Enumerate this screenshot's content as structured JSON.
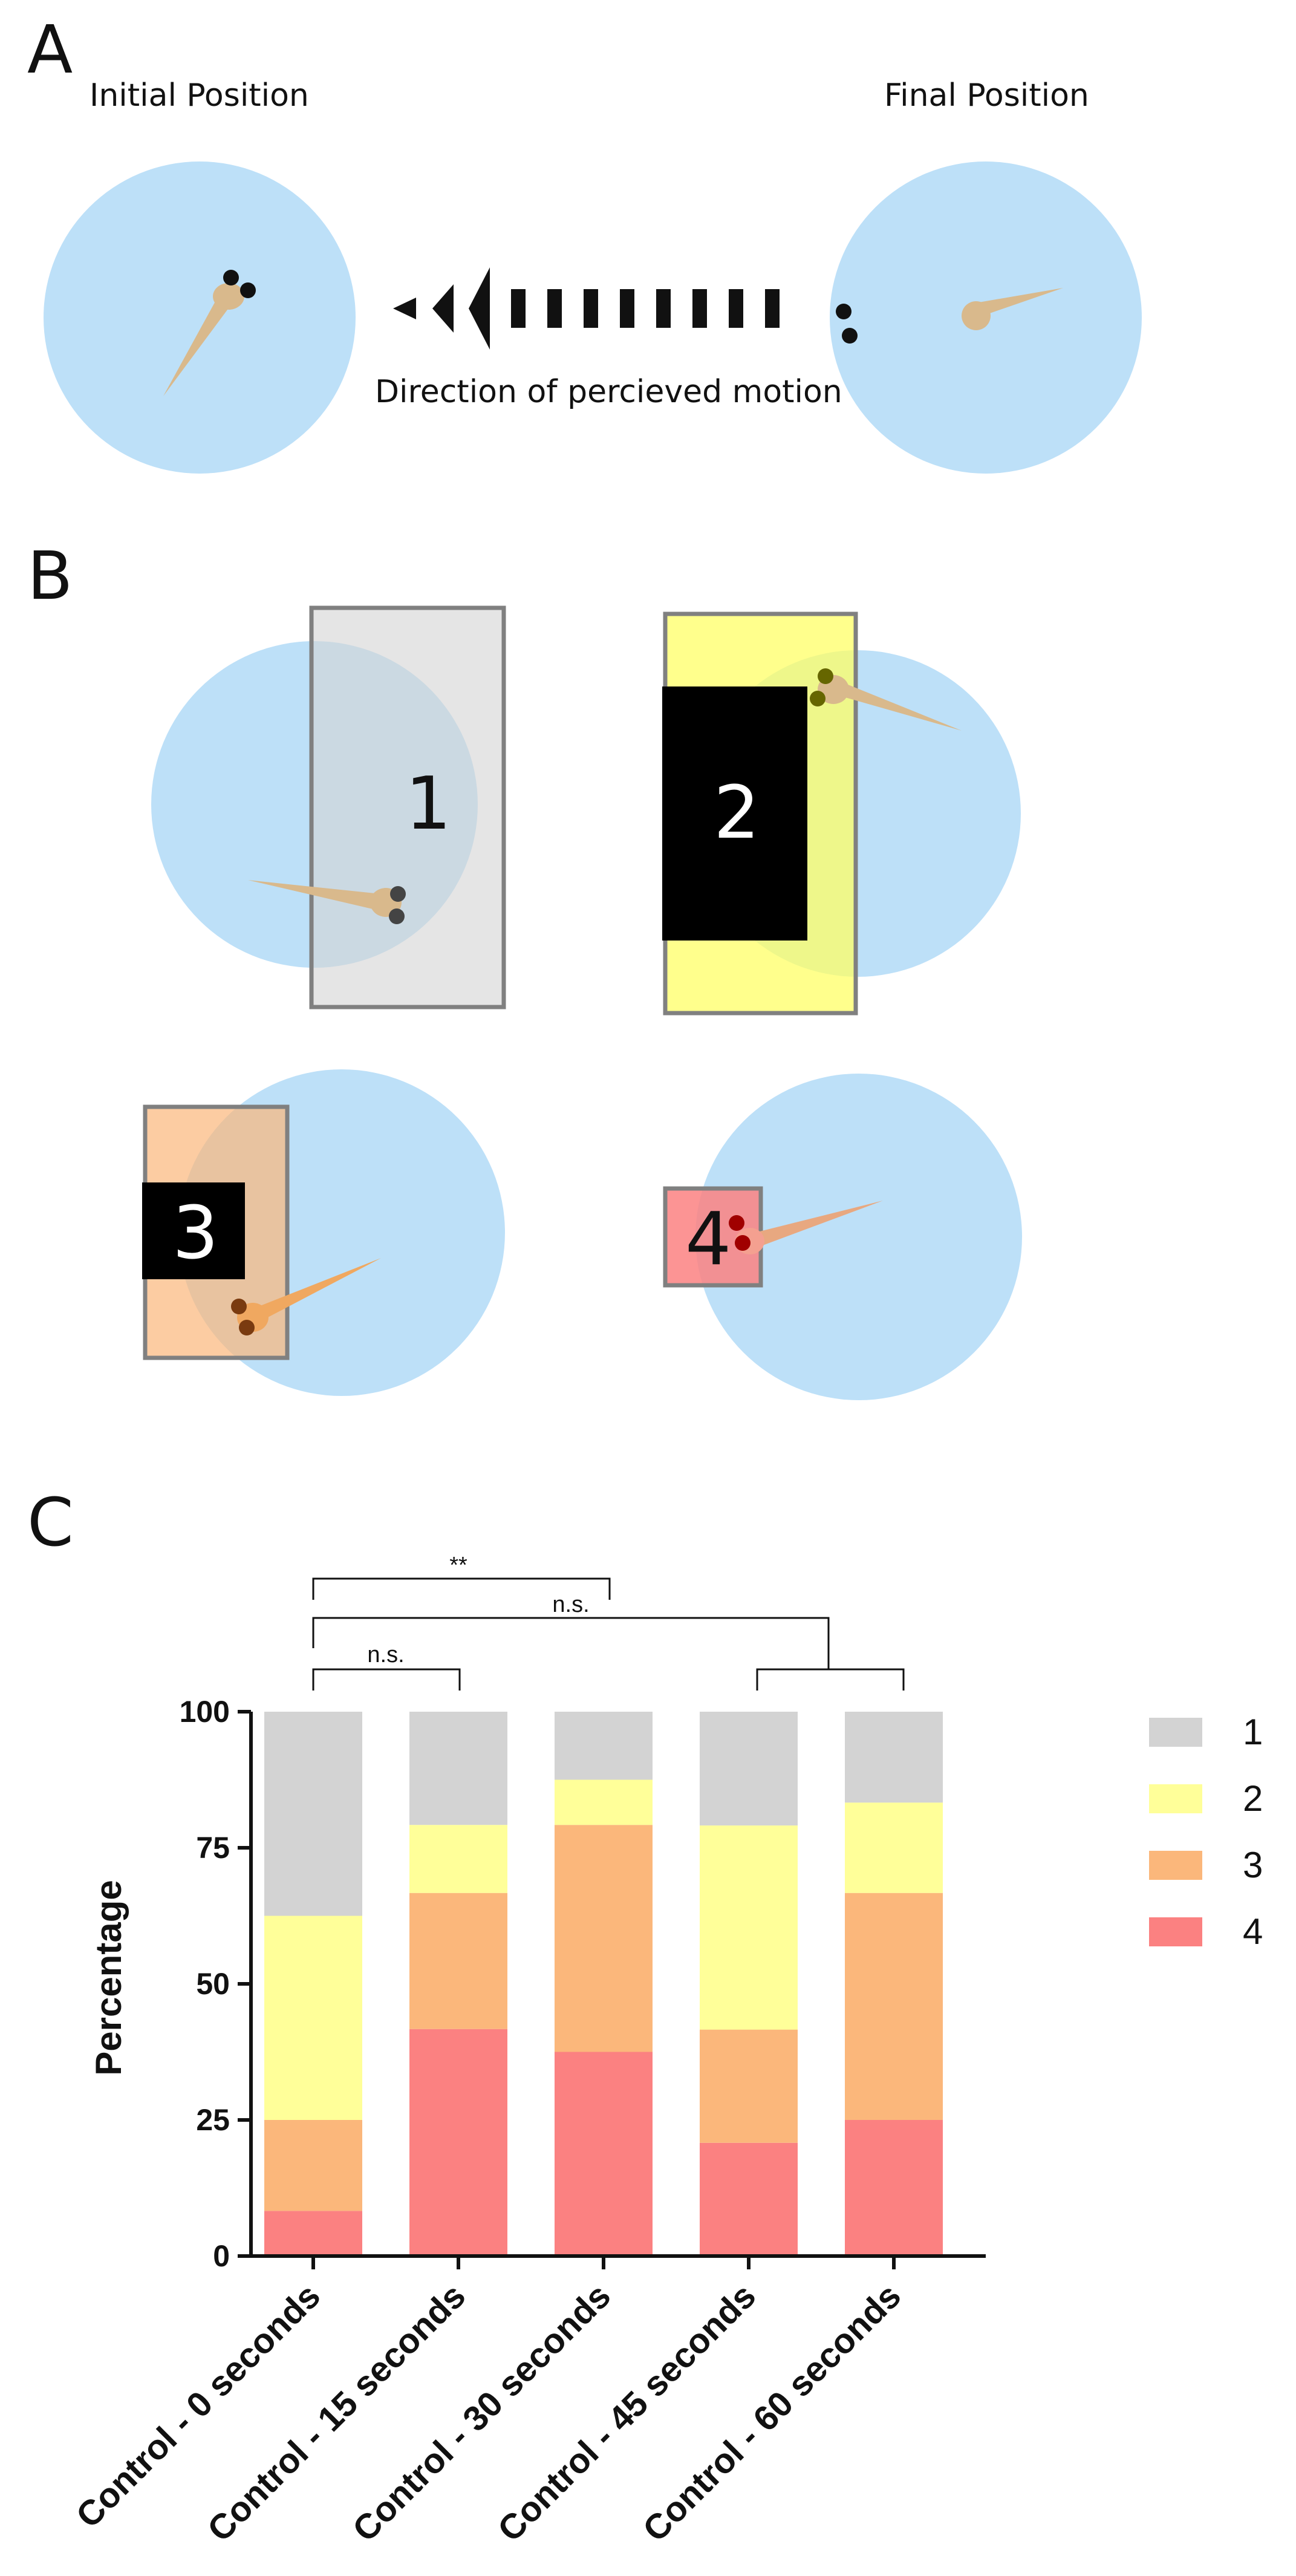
{
  "panels": {
    "a": {
      "label": "A",
      "initial_label": "Initial Position",
      "final_label": "Final Position",
      "motion_label": "Direction of percieved motion"
    },
    "b": {
      "label": "B",
      "zones": [
        "1",
        "2",
        "3",
        "4"
      ]
    },
    "c": {
      "label": "C"
    }
  },
  "colors": {
    "arena": "#bde0f8",
    "zone_1": "#d3d3d3",
    "zone_2": "#ffff99",
    "zone_3": "#fbb77b",
    "zone_4": "#fb8181",
    "larva": "#d9b98c"
  },
  "chart_data": {
    "type": "bar",
    "stacked": true,
    "categories": [
      "Control - 0 seconds",
      "Control - 15 seconds",
      "Control - 30 seconds",
      "Control - 45 seconds",
      "Control - 60 seconds"
    ],
    "series": [
      {
        "name": "4",
        "color": "#fb8181",
        "values": [
          8.3,
          41.7,
          37.5,
          20.8,
          25.0
        ]
      },
      {
        "name": "3",
        "color": "#fbb77b",
        "values": [
          16.7,
          25.0,
          41.7,
          20.8,
          41.7
        ]
      },
      {
        "name": "2",
        "color": "#ffff99",
        "values": [
          37.5,
          12.5,
          8.3,
          37.5,
          16.6
        ]
      },
      {
        "name": "1",
        "color": "#d3d3d3",
        "values": [
          37.5,
          20.8,
          12.5,
          20.9,
          16.7
        ]
      }
    ],
    "legend_order": [
      "1",
      "2",
      "3",
      "4"
    ],
    "legend_position": "right",
    "ylabel": "Percentage",
    "xlabel": "",
    "ylim": [
      0,
      100
    ],
    "yticks": [
      0,
      25,
      50,
      75,
      100
    ],
    "annotations": [
      {
        "text": "**",
        "from": "Control - 0 seconds",
        "to": "Control - 30 seconds"
      },
      {
        "text": "n.s.",
        "from": "Control - 0 seconds",
        "to": "Control - 45 seconds / Control - 60 seconds"
      },
      {
        "text": "n.s.",
        "from": "Control - 0 seconds",
        "to": "Control - 15 seconds"
      }
    ]
  }
}
